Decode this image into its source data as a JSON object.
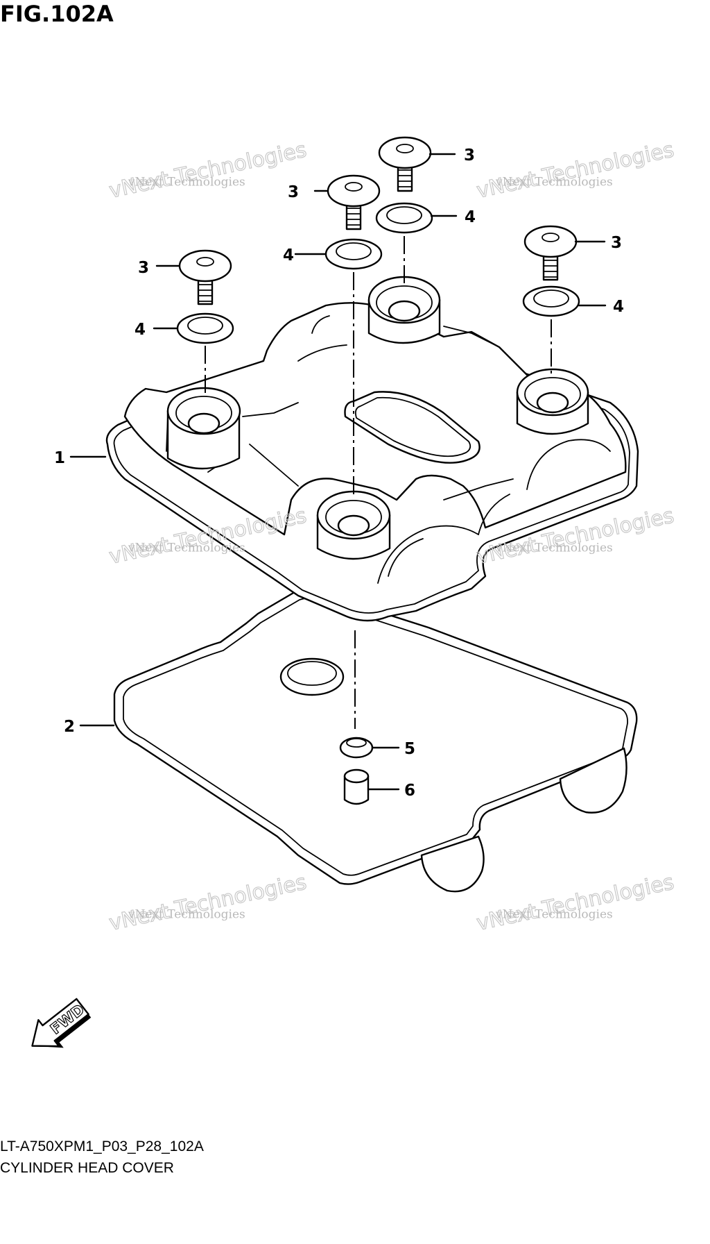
{
  "figure": {
    "title": "FIG.102A",
    "drawing_code": "LT-A750XPM1_P03_P28_102A",
    "drawing_name": "CYLINDER HEAD COVER"
  },
  "callouts": {
    "cylinder_head_cover": "1",
    "gasket": "2",
    "bolt": "3",
    "washer": "4",
    "oil_seal": "5",
    "dowel_pin": "6"
  },
  "watermark": {
    "line1": "vNext Technologies",
    "line2": "vNext Technologies"
  },
  "fwd_arrow": {
    "label": "FWD"
  }
}
